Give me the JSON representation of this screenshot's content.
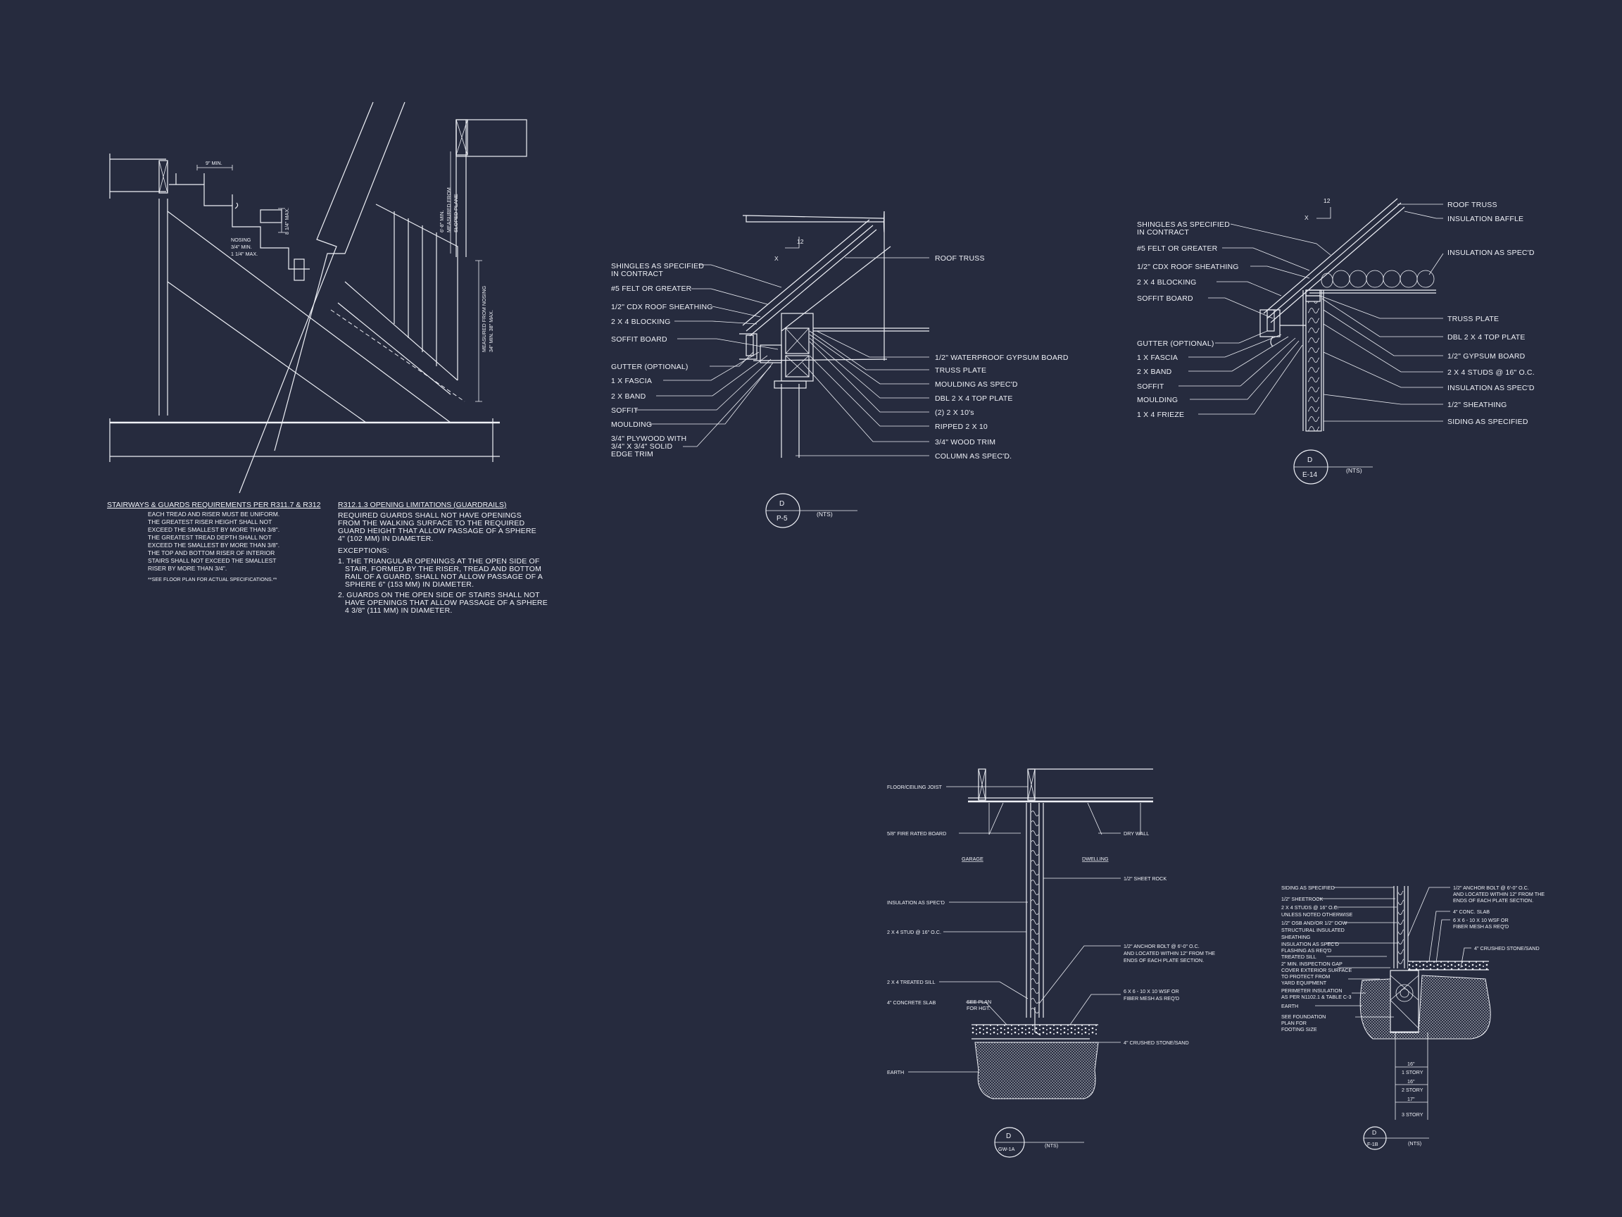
{
  "sheet": {
    "background": "#262b3e",
    "line_color": "#eef0f6"
  },
  "stair": {
    "dims": {
      "tread_min": "9\" MIN.",
      "riser_max": "8 1/4\" MAX.",
      "nosing": "NOSING",
      "nosing_min": "3/4\" MIN.",
      "nosing_max": "1 1/4\" MAX.",
      "headroom_1": "6'-8\" MIN.",
      "headroom_2": "MEASURED FROM",
      "headroom_3": "SLOPED PLANE",
      "handrail_1": "MEASURED FROM NOSING",
      "handrail_2": "34\" MIN. 38\" MAX."
    },
    "notes_title": "STAIRWAYS & GUARDS REQUIREMENTS PER R311.7 & R312",
    "notes": [
      "EACH TREAD AND RISER MUST BE UNIFORM.",
      "THE GREATEST RISER HEIGHT SHALL NOT",
      "EXCEED THE SMALLEST BY MORE THAN 3/8\".",
      "THE GREATEST TREAD DEPTH SHALL NOT",
      "EXCEED THE SMALLEST BY MORE THAN 3/8\".",
      "THE TOP AND BOTTOM RISER OF INTERIOR",
      "STAIRS SHALL NOT EXCEED THE SMALLEST",
      "RISER BY MORE THAN 3/4\"."
    ],
    "see_plan": "**SEE FLOOR PLAN FOR ACTUAL SPECIFICATIONS.**",
    "guard_title": "R312.1.3 OPENING LIMITATIONS (GUARDRAILS)",
    "guard_text": [
      "REQUIRED GUARDS SHALL NOT HAVE OPENINGS",
      "FROM THE WALKING SURFACE TO THE REQUIRED",
      "GUARD HEIGHT THAT ALLOW PASSAGE OF A SPHERE",
      "4\" (102 MM) IN DIAMETER."
    ],
    "exceptions_title": "EXCEPTIONS:",
    "exception_1": [
      "1. THE TRIANGULAR OPENINGS AT THE OPEN SIDE OF",
      "STAIR, FORMED BY THE RISER, TREAD AND BOTTOM",
      "RAIL OF A GUARD, SHALL NOT ALLOW PASSAGE OF A",
      "SPHERE 6\" (153 MM) IN DIAMETER."
    ],
    "exception_2": [
      "2. GUARDS ON THE OPEN SIDE OF STAIRS SHALL NOT",
      "HAVE OPENINGS THAT ALLOW PASSAGE OF A SPHERE",
      "4 3/8\" (111 MM) IN DIAMETER."
    ]
  },
  "detail_p5": {
    "slope_x": "X",
    "slope_12": "12",
    "left_labels": [
      "SHINGLES AS SPECIFIED",
      "IN CONTRACT",
      "#5 FELT OR GREATER",
      "1/2\" CDX ROOF SHEATHING",
      "2 X 4 BLOCKING",
      "SOFFIT  BOARD",
      "GUTTER (OPTIONAL)",
      "1 X   FASCIA",
      "2 X   BAND",
      "SOFFIT",
      "MOULDING",
      "3/4\" PLYWOOD WITH",
      "3/4\" X 3/4\" SOLID",
      "EDGE TRIM"
    ],
    "right_labels": [
      "ROOF TRUSS",
      "1/2\" WATERPROOF GYPSUM BOARD",
      "TRUSS PLATE",
      "MOULDING AS SPEC'D",
      "DBL 2 X 4 TOP PLATE",
      "(2) 2 X 10's",
      "RIPPED 2 X 10",
      "3/4\" WOOD TRIM",
      "COLUMN AS SPEC'D."
    ],
    "bubble_top": "D",
    "bubble_bottom": "P-5",
    "scale": "(NTS)"
  },
  "detail_e14": {
    "slope_x": "X",
    "slope_12": "12",
    "left_labels": [
      "SHINGLES AS SPECIFIED",
      "IN CONTRACT",
      "#5 FELT OR GREATER",
      "1/2\" CDX ROOF SHEATHING",
      "2 X 4 BLOCKING",
      "SOFFIT   BOARD",
      "GUTTER (OPTIONAL)",
      "1 X   FASCIA",
      "2 X   BAND",
      "SOFFIT",
      "MOULDING",
      "1 X 4 FRIEZE"
    ],
    "right_labels": [
      "ROOF TRUSS",
      "INSULATION BAFFLE",
      "INSULATION AS SPEC'D",
      "TRUSS PLATE",
      "DBL 2 X 4 TOP PLATE",
      "1/2\" GYPSUM BOARD",
      "2 X 4 STUDS @ 16\" O.C.",
      "INSULATION AS SPEC'D",
      "1/2\" SHEATHING",
      "SIDING AS SPECIFIED"
    ],
    "bubble_top": "D",
    "bubble_bottom": "E-14",
    "scale": "(NTS)"
  },
  "detail_gw1a": {
    "left_labels": [
      "FLOOR/CEILING JOIST",
      "5/8\" FIRE RATED BOARD",
      "INSULATION AS SPEC'D",
      "2 X 4 STUD @ 16\" O.C.",
      "2 X 4 TREATED SILL",
      "4\" CONCRETE SLAB",
      "EARTH"
    ],
    "garage": "GARAGE",
    "dwelling": "DWELLING",
    "see_plan": [
      "SEE PLAN",
      "FOR HGT."
    ],
    "right_labels": [
      "DRY WALL",
      "1/2\" SHEET ROCK",
      "1/2\" ANCHOR BOLT @ 6'-0\" O.C.",
      "AND LOCATED WITHIN 12\" FROM THE",
      "ENDS OF EACH PLATE SECTION.",
      "6 X 6 - 10 X 10 WSF OR",
      "FIBER MESH AS REQ'D",
      "4\" CRUSHED STONE/SAND"
    ],
    "bubble_top": "D",
    "bubble_bottom": "GW-1A",
    "scale": "(NTS)"
  },
  "detail_f1b": {
    "left_labels": [
      "SIDING AS SPECIFIED",
      "1/2\" SHEETROCK",
      "2 X 4 STUDS @ 16\" O.C.",
      "UNLESS NOTED OTHERWISE",
      "1/2\" OSB AND/OR 1/2\" DOW",
      "STRUCTURAL INSULATED",
      "SHEATHING",
      "INSULATION AS SPEC'D",
      "FLASHING AS REQ'D",
      "TREATED SILL",
      "2\" MIN. INSPECTION GAP",
      "COVER EXTERIOR SURFACE",
      "TO PROTECT FROM",
      "YARD EQUIPMENT",
      "PERIMETER INSULATION",
      "AS PER N1102.1 & TABLE C-3",
      "EARTH",
      "SEE FOUNDATION",
      "PLAN FOR",
      "FOOTING SIZE"
    ],
    "right_labels": [
      "1/2\" ANCHOR BOLT @ 6'-0\" O.C.",
      "AND LOCATED WITHIN 12\" FROM THE",
      "ENDS OF EACH PLATE SECTION.",
      "4\" CONC. SLAB",
      "6 X 6 - 10 X 10 WSF OR",
      "FIBER MESH AS REQ'D",
      "4\" CRUSHED STONE/SAND"
    ],
    "footing": [
      "16\"",
      "1 STORY",
      "16\"",
      "2 STORY",
      "17\"",
      "3 STORY"
    ],
    "bubble_top": "D",
    "bubble_bottom": "F-1B",
    "scale": "(NTS)"
  }
}
